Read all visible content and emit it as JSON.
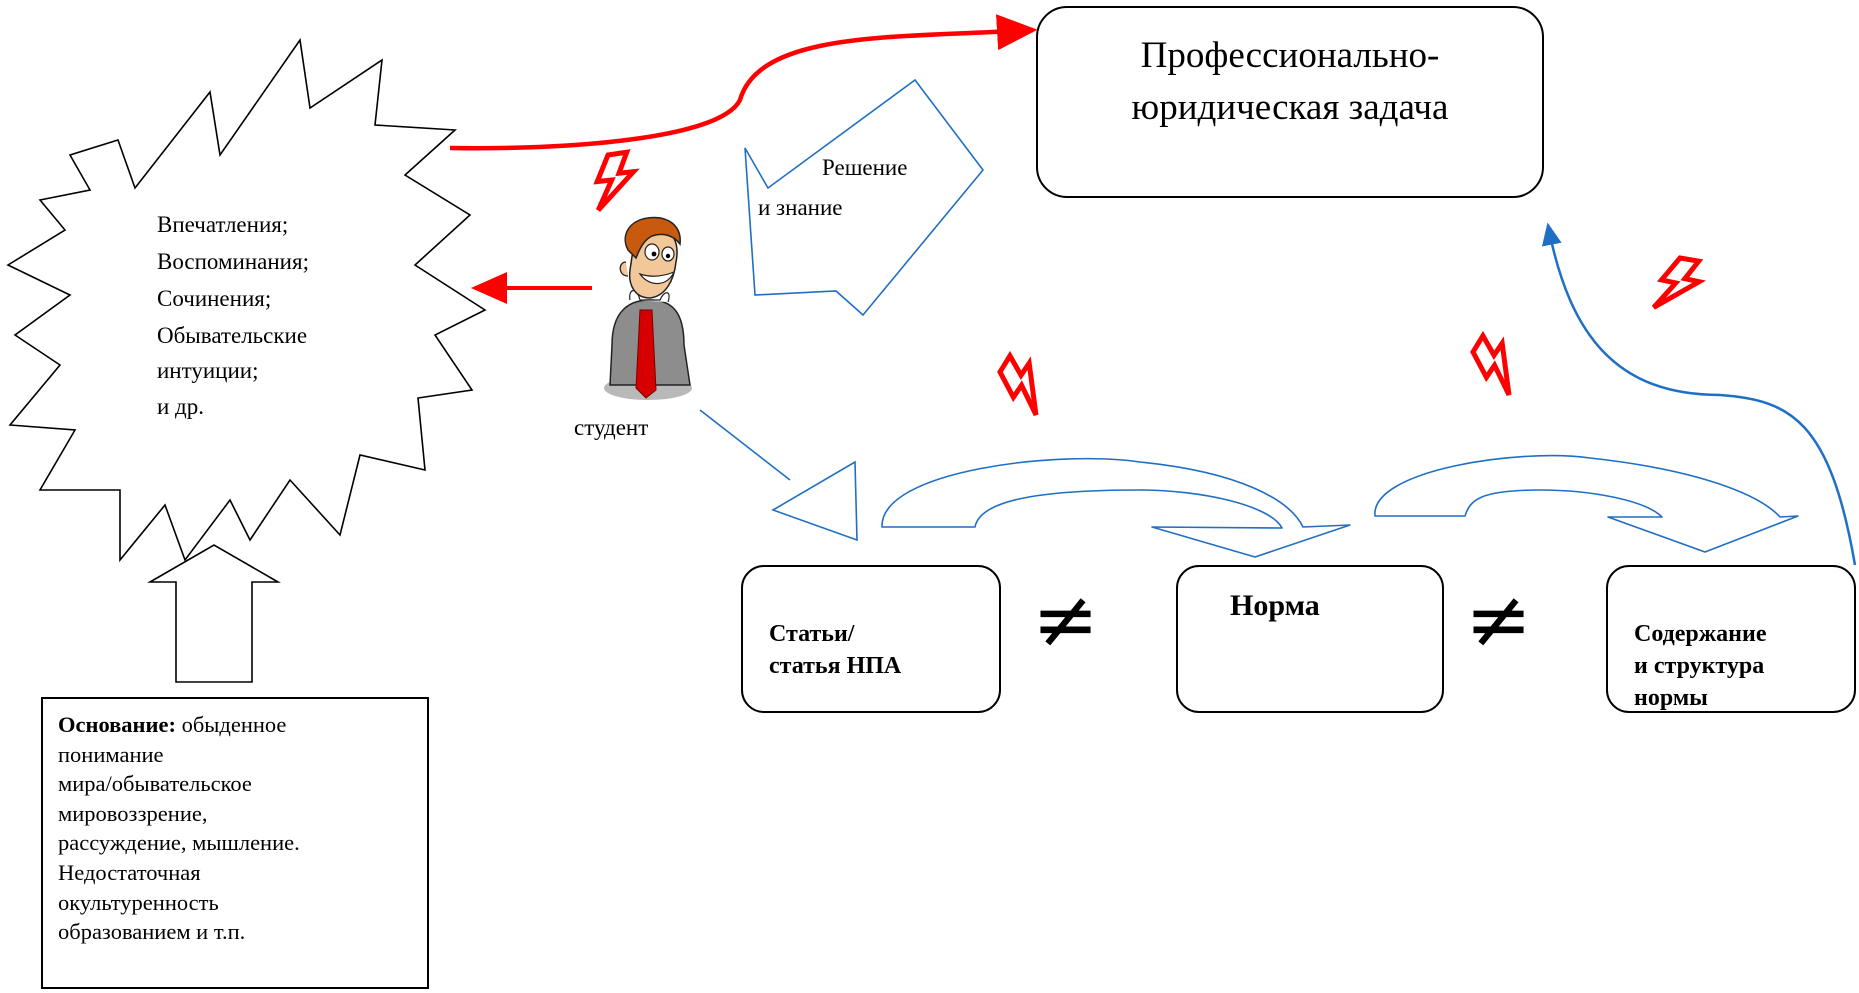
{
  "task": {
    "line1": "Профессионально-",
    "line2": "юридическая задача"
  },
  "burst_lines": [
    "Впечатления;",
    "Воспоминания;",
    "Сочинения;",
    "Обывательские",
    "интуиции;",
    "и др."
  ],
  "solution_arrow": {
    "line1": "Решение",
    "line2": "и знание"
  },
  "student": {
    "label": "студент"
  },
  "boxes": {
    "articles": [
      "Статьи/",
      "статья НПА"
    ],
    "norm": [
      "Норма"
    ],
    "content": [
      "Содержание",
      "и структура",
      "нормы"
    ]
  },
  "neq_symbol": "≠",
  "basis": {
    "bold": "Основание:",
    "lines": [
      " обыденное",
      "понимание",
      "мира/обывательское",
      "мировоззрение,",
      "рассуждение, мышление.",
      "Недостаточная",
      "окультуренность",
      "образованием и т.п."
    ]
  },
  "colors": {
    "red": "#ff0000",
    "blue": "#1f6fc4",
    "black": "#000000"
  },
  "icons": [
    "lightning-icon",
    "student-figure-icon"
  ]
}
